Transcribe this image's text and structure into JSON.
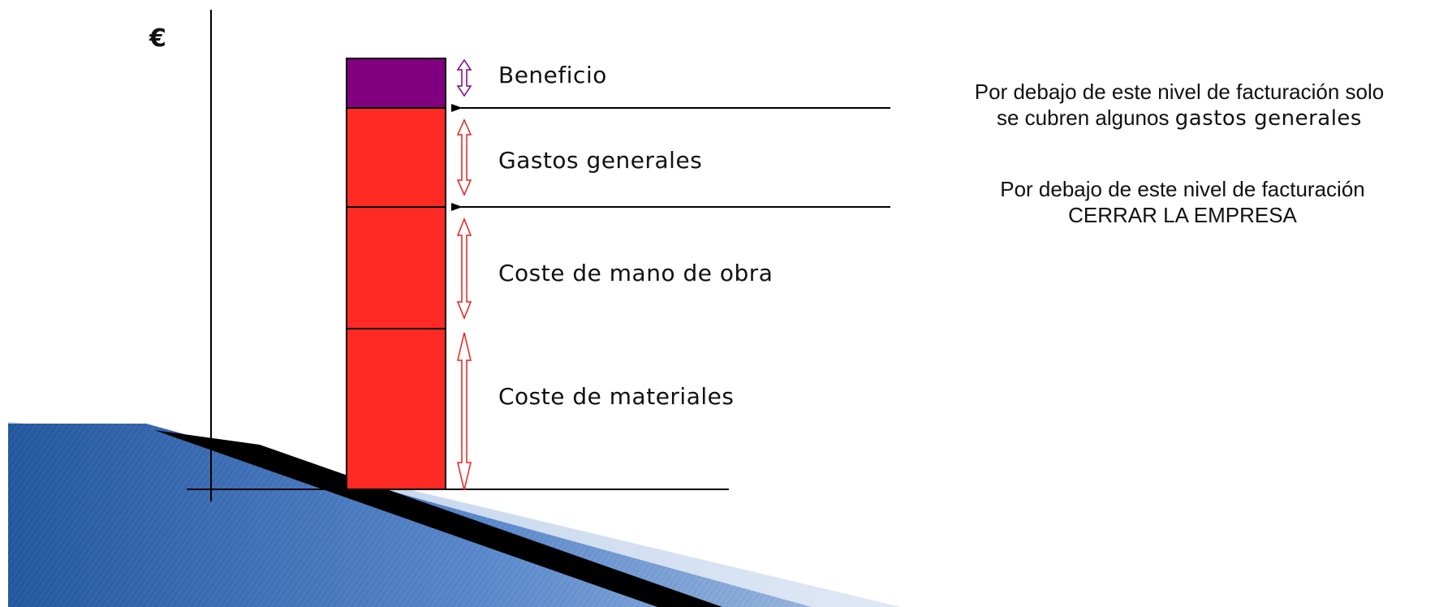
{
  "diagram": {
    "y_axis_symbol": "€",
    "segments": [
      {
        "label": "Beneficio",
        "color": "#800080",
        "arrow_color": "#800080"
      },
      {
        "label": "Gastos generales",
        "color": "#ff2a24",
        "arrow_color": "#e8201a"
      },
      {
        "label": "Coste de mano de obra",
        "color": "#ff2a24",
        "arrow_color": "#e8201a"
      },
      {
        "label": "Coste de materiales",
        "color": "#ff2a24",
        "arrow_color": "#e8201a"
      }
    ],
    "notes": [
      {
        "line1": "Por debajo de este nivel de facturación solo",
        "line2_a": "se cubren algunos ",
        "line2_b": "gastos generales"
      },
      {
        "line1": "Por debajo de este nivel de facturación",
        "line2": "CERRAR LA EMPRESA"
      }
    ]
  }
}
